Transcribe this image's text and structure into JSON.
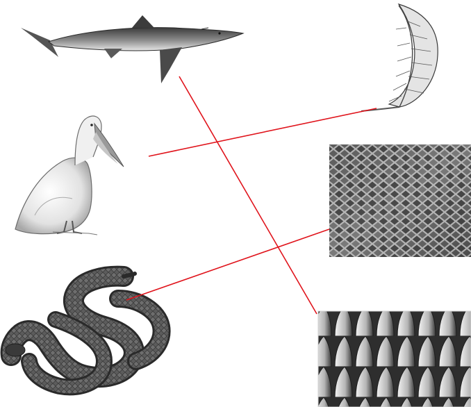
{
  "diagram": {
    "type": "matching",
    "line_color": "#e0141c",
    "animals": [
      {
        "id": "shark",
        "icon": "shark-icon"
      },
      {
        "id": "pelican",
        "icon": "pelican-icon"
      },
      {
        "id": "snake",
        "icon": "snake-icon"
      }
    ],
    "coverings": [
      {
        "id": "feather",
        "icon": "feather-icon"
      },
      {
        "id": "snake-scales",
        "icon": "snake-scale-texture"
      },
      {
        "id": "shark-denticles",
        "icon": "shark-skin-texture"
      }
    ],
    "connections": [
      {
        "from": "shark",
        "to": "shark-denticles"
      },
      {
        "from": "pelican",
        "to": "feather"
      },
      {
        "from": "snake",
        "to": "snake-scales"
      }
    ]
  }
}
